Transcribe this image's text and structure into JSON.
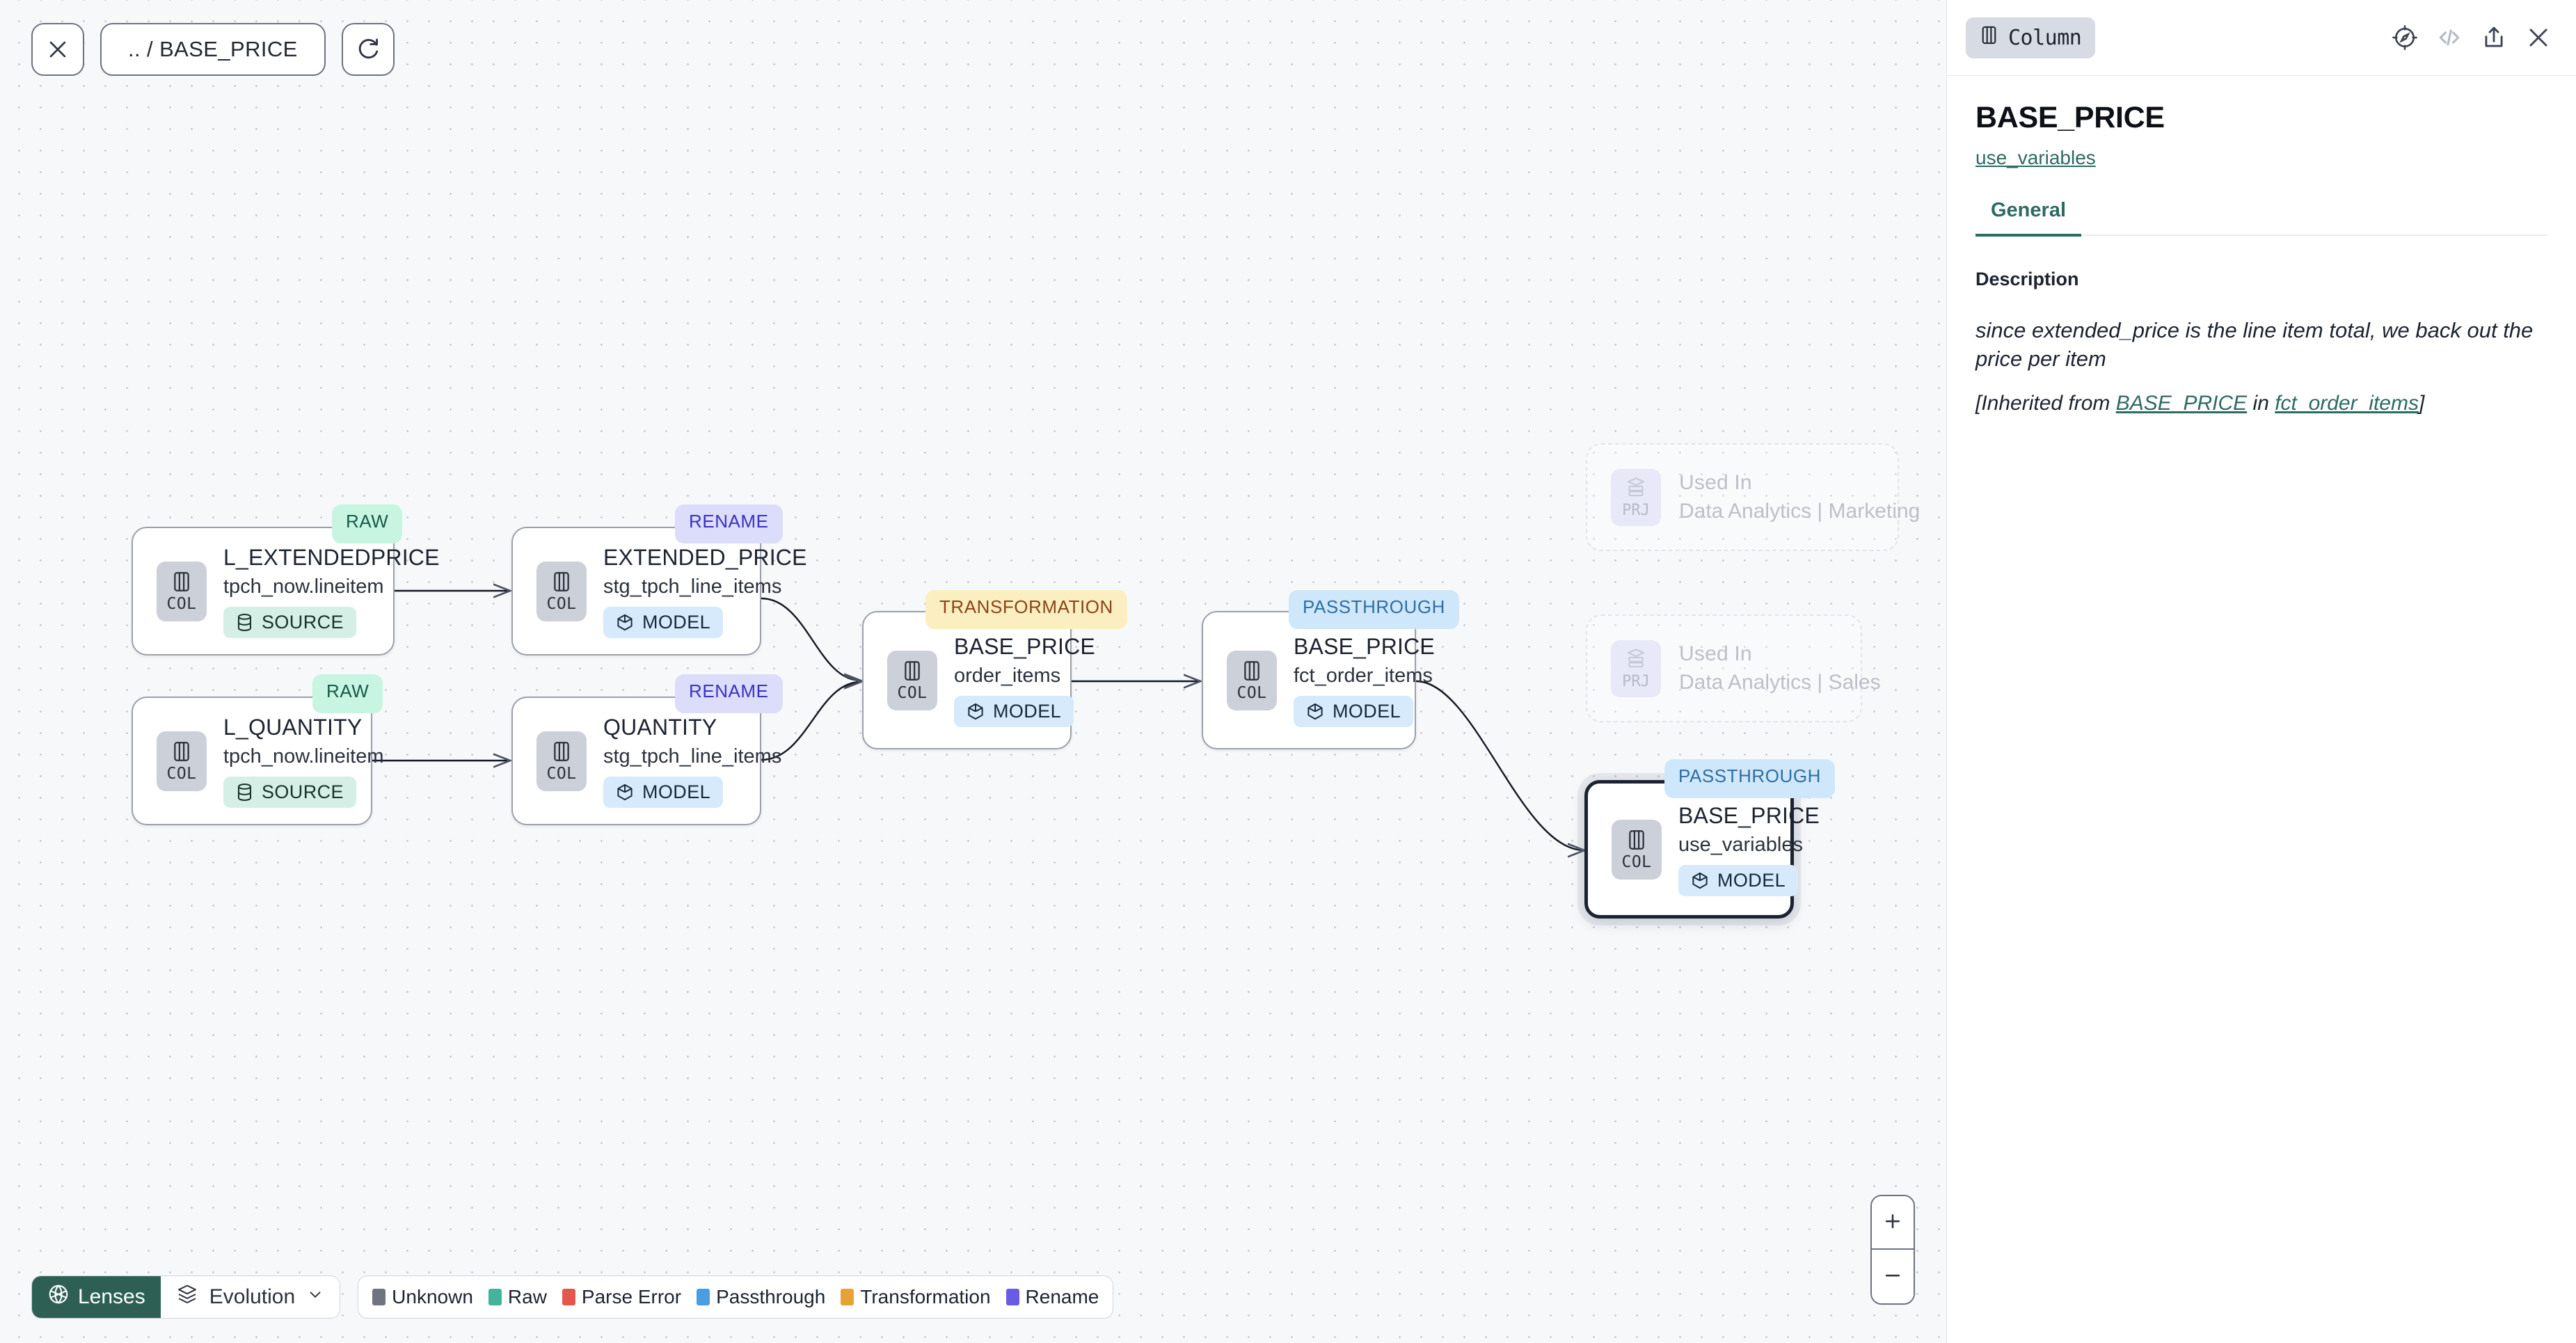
{
  "toolbar": {
    "close_icon": "close-icon",
    "breadcrumb": ".. / BASE_PRICE",
    "refresh_icon": "refresh-icon"
  },
  "graph": {
    "nodes": [
      {
        "id": "l_extendedprice",
        "title": "L_EXTENDEDPRICE",
        "sub": "tpch_now.lineitem",
        "chip": "COL",
        "kind": "SOURCE",
        "badge": "RAW"
      },
      {
        "id": "l_quantity",
        "title": "L_QUANTITY",
        "sub": "tpch_now.lineitem",
        "chip": "COL",
        "kind": "SOURCE",
        "badge": "RAW"
      },
      {
        "id": "extended_price",
        "title": "EXTENDED_PRICE",
        "sub": "stg_tpch_line_items",
        "chip": "COL",
        "kind": "MODEL",
        "badge": "RENAME"
      },
      {
        "id": "quantity",
        "title": "QUANTITY",
        "sub": "stg_tpch_line_items",
        "chip": "COL",
        "kind": "MODEL",
        "badge": "RENAME"
      },
      {
        "id": "base_price_order_items",
        "title": "BASE_PRICE",
        "sub": "order_items",
        "chip": "COL",
        "kind": "MODEL",
        "badge": "TRANSFORMATION"
      },
      {
        "id": "base_price_fct",
        "title": "BASE_PRICE",
        "sub": "fct_order_items",
        "chip": "COL",
        "kind": "MODEL",
        "badge": "PASSTHROUGH"
      },
      {
        "id": "base_price_use_variables",
        "title": "BASE_PRICE",
        "sub": "use_variables",
        "chip": "COL",
        "kind": "MODEL",
        "badge": "PASSTHROUGH",
        "selected": true
      }
    ],
    "ghost_nodes": [
      {
        "id": "used_in_marketing",
        "chip": "PRJ",
        "title": "Used In",
        "sub": "Data Analytics | Marketing"
      },
      {
        "id": "used_in_sales",
        "chip": "PRJ",
        "title": "Used In",
        "sub": "Data Analytics | Sales"
      }
    ]
  },
  "bottom": {
    "lenses_label": "Lenses",
    "evolution_label": "Evolution",
    "legend": [
      {
        "label": "Unknown",
        "color": "#6e7480"
      },
      {
        "label": "Raw",
        "color": "#45b39a"
      },
      {
        "label": "Parse Error",
        "color": "#e3584d"
      },
      {
        "label": "Passthrough",
        "color": "#4a9de0"
      },
      {
        "label": "Transformation",
        "color": "#e5a235"
      },
      {
        "label": "Rename",
        "color": "#6a5ae8"
      }
    ],
    "zoom_in": "+",
    "zoom_out": "−"
  },
  "panel": {
    "type_badge": "Column",
    "icons": [
      "explore-icon",
      "code-icon",
      "share-icon",
      "close-icon"
    ],
    "title": "BASE_PRICE",
    "model_link": "use_variables",
    "tabs": [
      {
        "label": "General",
        "active": true
      }
    ],
    "description_label": "Description",
    "description_text": "since extended_price is the line item total, we back out the price per item",
    "inherited_prefix": "[Inherited from ",
    "inherited_column": "BASE_PRICE",
    "inherited_mid": " in ",
    "inherited_model": "fct_order_items",
    "inherited_suffix": "]"
  },
  "colors": {
    "accent": "#2d6a63",
    "lenses_bg": "#2d5f55",
    "canvas_bg": "#f7f8fa"
  }
}
